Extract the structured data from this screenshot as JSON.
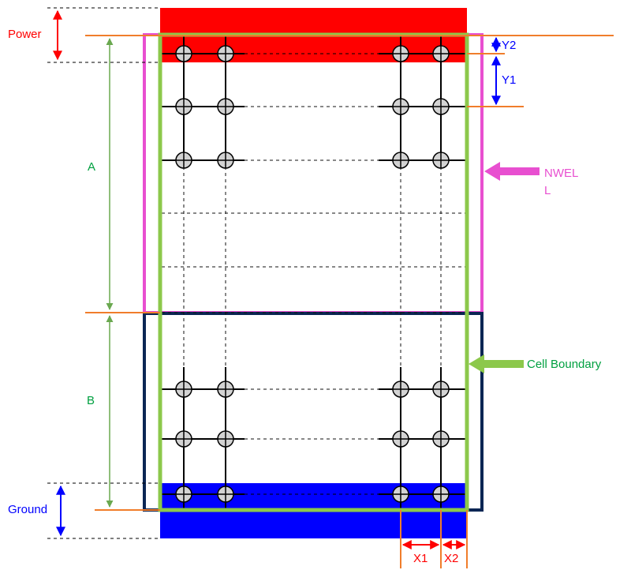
{
  "labels": {
    "power": "Power",
    "ground": "Ground",
    "a": "A",
    "b": "B",
    "y1": "Y1",
    "y2": "Y2",
    "x1": "X1",
    "x2": "X2",
    "nwell_line1": "NWEL",
    "nwell_line2": "L",
    "cell_boundary": "Cell Boundary"
  },
  "colors": {
    "power_rail": "#ff0000",
    "ground_rail": "#0000ff",
    "nwell": "#e84fd0",
    "cell_boundary": "#8cc84b",
    "p_region": "#0b2654",
    "guide_line": "#f07d2b",
    "power_label": "#ff0000",
    "ground_label": "#0000ff",
    "dimension_green": "#00a040",
    "dimension_blue": "#0000ff",
    "dimension_red": "#ff0000",
    "via_fill": "#d3d3d3"
  },
  "icons": {
    "via": "circle-crosshair-icon",
    "pointer": "left-arrow-icon"
  }
}
